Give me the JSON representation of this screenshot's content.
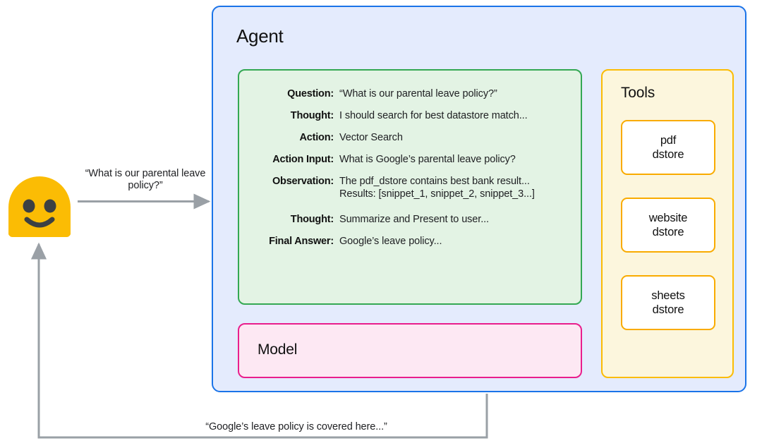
{
  "diagram": {
    "title": "Agent"
  },
  "user": {
    "avatar_icon": "smiley-face-avatar",
    "request_text": "“What is our parental leave policy?”",
    "response_text": "“Google’s leave policy is covered here...”"
  },
  "agent": {
    "title": "Agent",
    "trace": {
      "rows": [
        {
          "label": "Question:",
          "value": "“What is our parental leave policy?”"
        },
        {
          "label": "Thought:",
          "value": "I should search for best datastore match..."
        },
        {
          "label": "Action:",
          "value": "Vector Search"
        },
        {
          "label": "Action Input:",
          "value": "What is Google’s parental leave policy?"
        },
        {
          "label": "Observation:",
          "value": "The pdf_dstore contains best bank result...",
          "value_line2": "Results: [snippet_1, snippet_2, snippet_3...]"
        },
        {
          "label": "Thought:",
          "value": "Summarize and Present to user..."
        },
        {
          "label": "Final Answer:",
          "value": "Google’s leave policy..."
        }
      ]
    },
    "model": {
      "title": "Model"
    },
    "tools": {
      "title": "Tools",
      "items": [
        {
          "line1": "pdf",
          "line2": "dstore"
        },
        {
          "line1": "website",
          "line2": "dstore"
        },
        {
          "line1": "sheets",
          "line2": "dstore"
        }
      ]
    }
  },
  "colors": {
    "page_background": "#ffffff",
    "agent_fill": "#e4ebfd",
    "agent_border": "#1a73e8",
    "trace_fill": "#e3f3e4",
    "trace_border": "#34a853",
    "model_fill": "#fde8f3",
    "model_border": "#e91e8c",
    "tools_fill": "#fcf6dd",
    "tools_border": "#fbbc04",
    "tool_card_fill": "#ffffff",
    "tool_card_border": "#f9ab00",
    "avatar_fill": "#fbbc04",
    "avatar_feature": "#3c4043",
    "arrow": "#9aa0a6",
    "text": "#202124"
  }
}
